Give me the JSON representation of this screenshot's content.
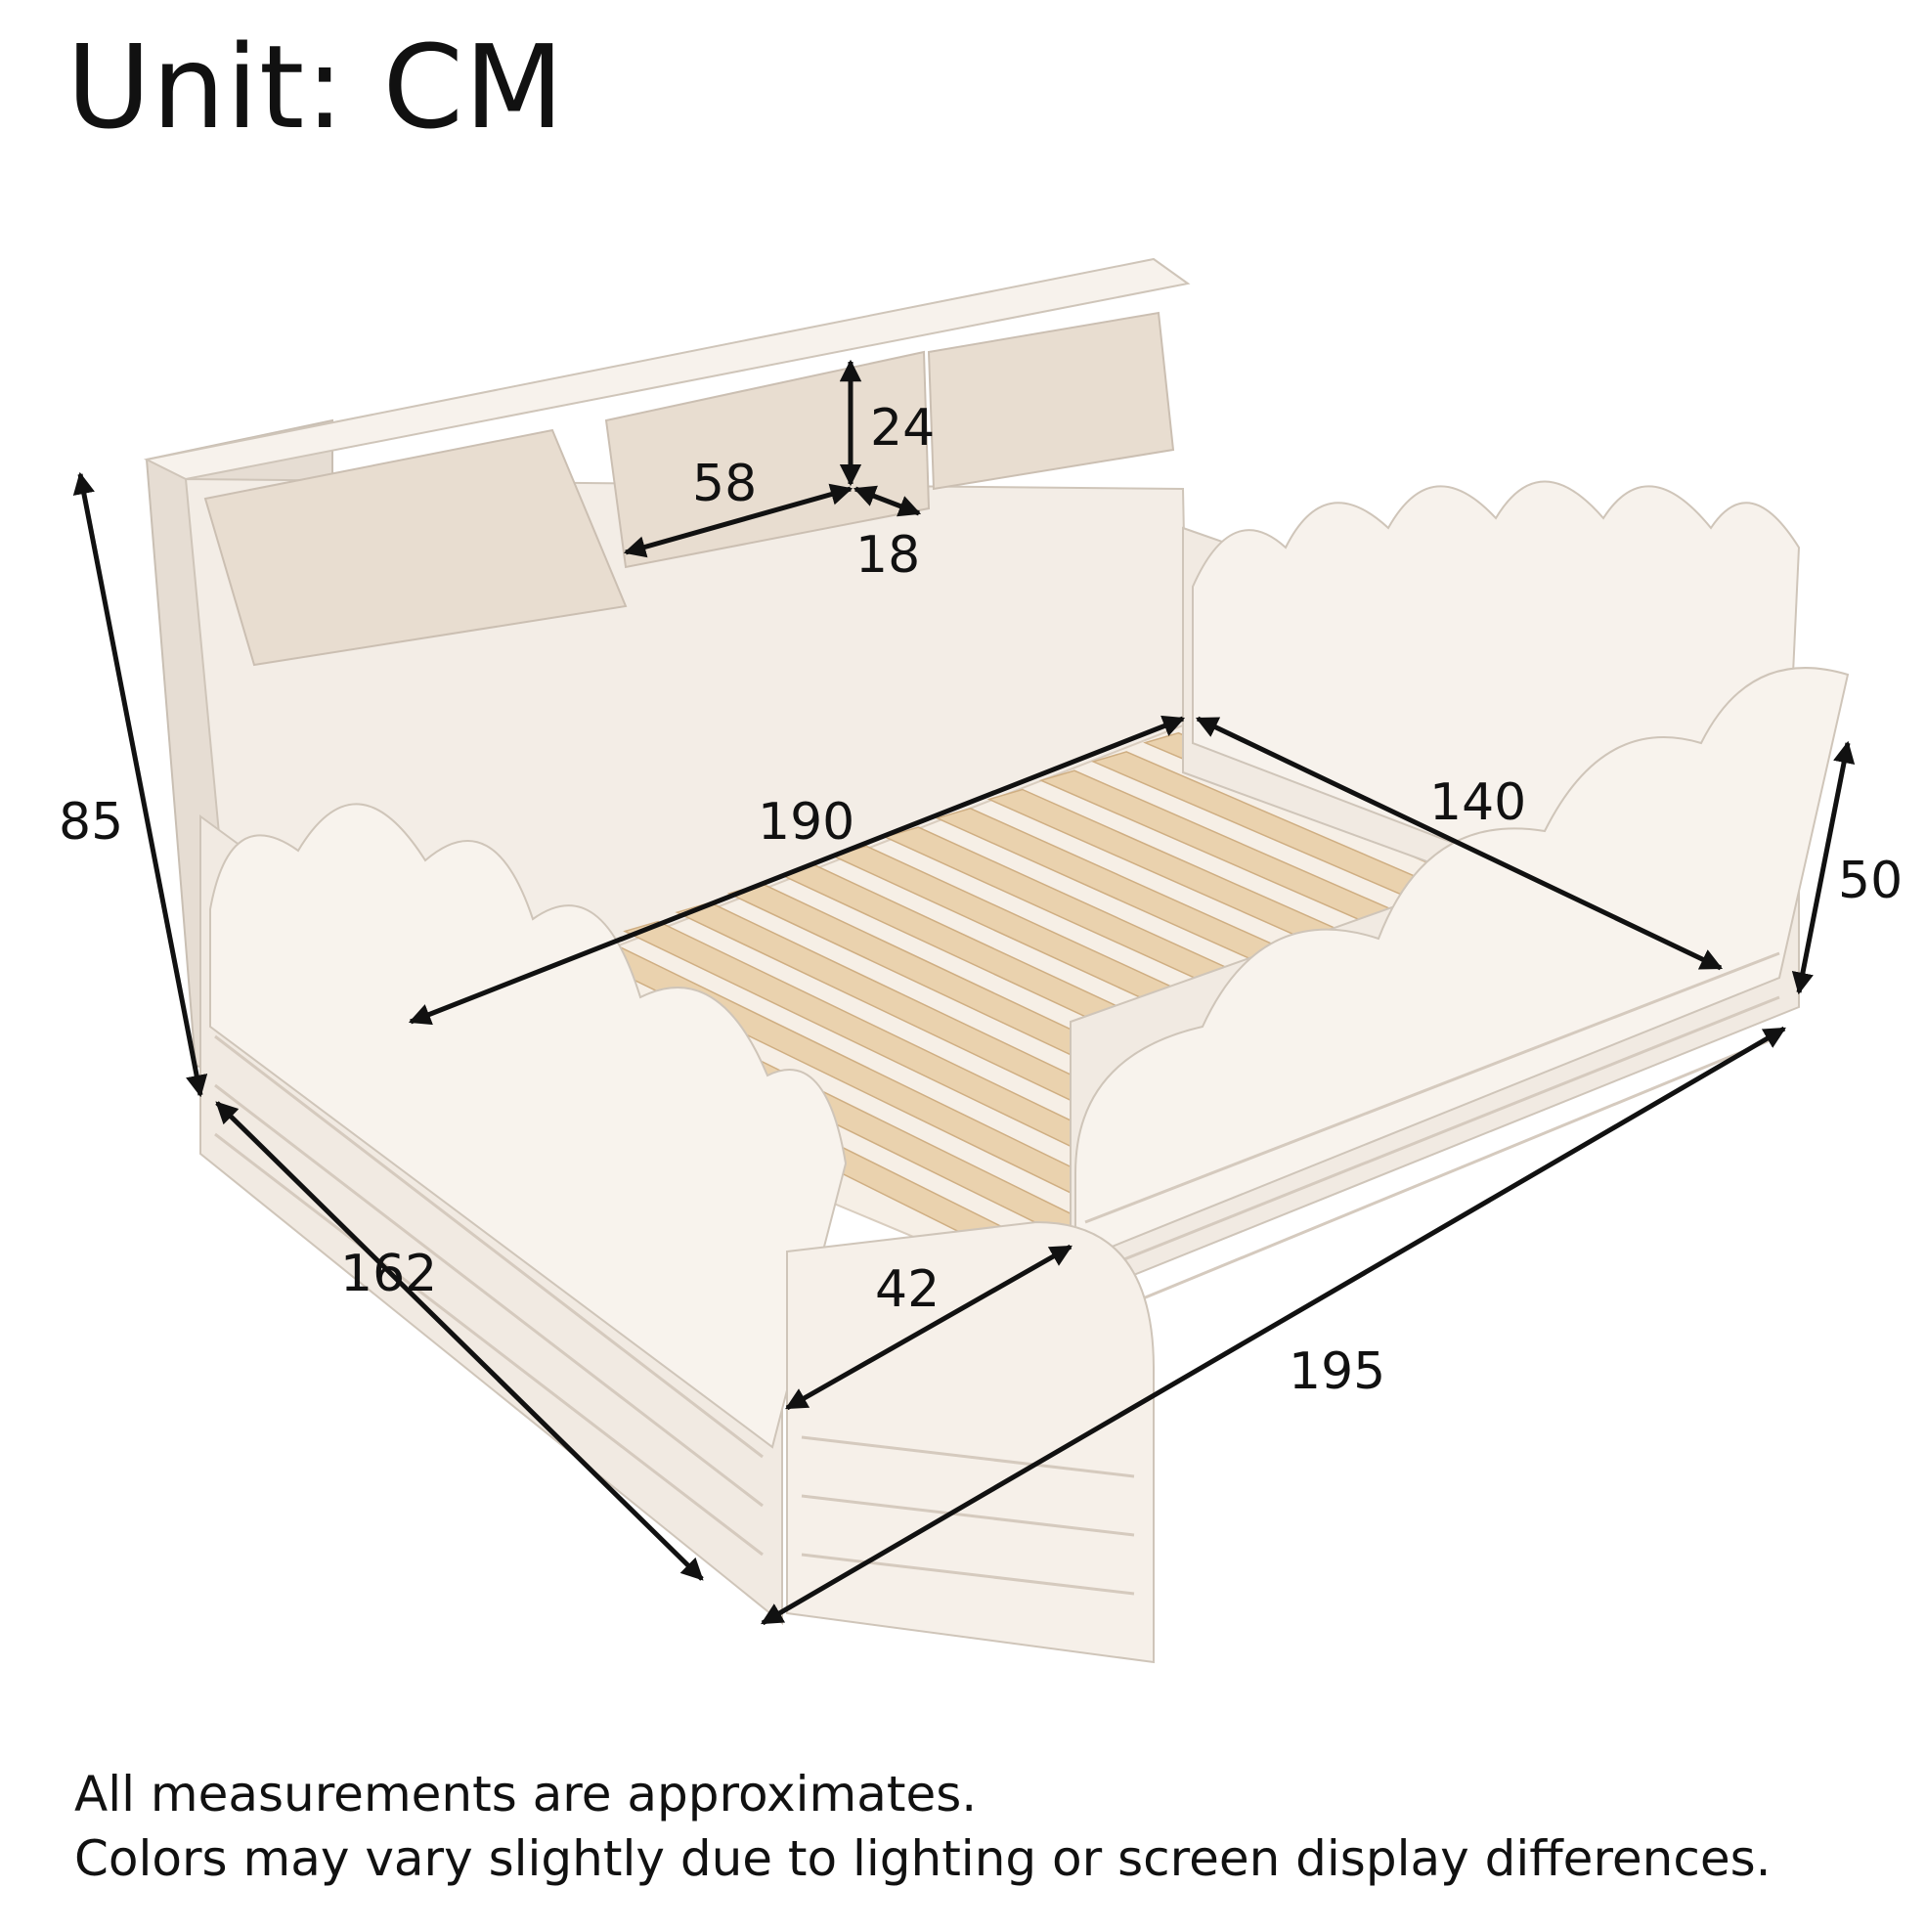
{
  "title": "Unit: CM",
  "dimensions": {
    "overall_height": "85",
    "shelf_height": "24",
    "shelf_width": "58",
    "shelf_depth": "18",
    "mattress_length": "190",
    "mattress_width": "140",
    "rail_height": "50",
    "overall_width": "162",
    "opening_width": "42",
    "overall_length": "195"
  },
  "notes": [
    "All measurements are approximates.",
    "Colors may vary slightly due to lighting or screen display differences."
  ],
  "colors": {
    "frame": "#f3ede6",
    "frame_shadow": "#ddd4ca",
    "slats": "#ead2ae",
    "slat_edge": "#cfae82",
    "text": "#111111"
  }
}
